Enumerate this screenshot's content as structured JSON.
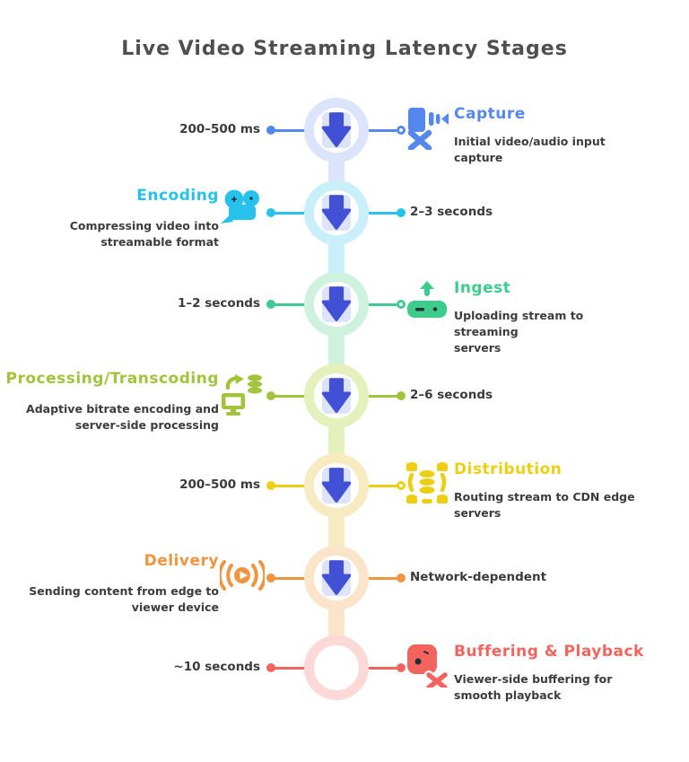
{
  "title": "Live Video Streaming Latency Stages",
  "theme": {
    "arrow_color": "#4150d5",
    "arrow_pad_color": "#dde3fb",
    "title_color": "#4f4f4f",
    "text_color": "#3a3a3a",
    "background": "#ffffff"
  },
  "stages": [
    {
      "name": "Capture",
      "side": "right",
      "time": "200–500 ms",
      "description": "Initial video/audio input capture",
      "color": "#5488ef",
      "ring_color": "#dbe4fa",
      "icon": "video-capture-icon",
      "node": "arrow"
    },
    {
      "name": "Encoding",
      "side": "left",
      "time": "2–3 seconds",
      "description": "Compressing video into\nstreamable format",
      "color": "#27c2ec",
      "ring_color": "#c8effa",
      "icon": "movie-camera-icon",
      "node": "arrow"
    },
    {
      "name": "Ingest",
      "side": "right",
      "time": "1–2 seconds",
      "description": "Uploading stream to streaming\nservers",
      "color": "#3dcc8c",
      "ring_color": "#cff2df",
      "icon": "upload-server-icon",
      "node": "arrow"
    },
    {
      "name": "Processing/Transcoding",
      "side": "left",
      "time": "2–6 seconds",
      "description": "Adaptive bitrate encoding and\nserver-side processing",
      "color": "#a2c43c",
      "ring_color": "#e5f1bd",
      "icon": "transcode-monitor-icon",
      "node": "arrow"
    },
    {
      "name": "Distribution",
      "side": "right",
      "time": "200–500 ms",
      "description": "Routing stream to CDN edge\nservers",
      "color": "#eccf12",
      "ring_color": "#f7ebc1",
      "icon": "cdn-database-icon",
      "node": "arrow"
    },
    {
      "name": "Delivery",
      "side": "left",
      "time": "Network-dependent",
      "description": "Sending content from edge to\nviewer device",
      "color": "#ef953f",
      "ring_color": "#fae4ca",
      "icon": "broadcast-icon",
      "node": "arrow"
    },
    {
      "name": "Buffering & Playback",
      "side": "right",
      "time": "~10 seconds",
      "description": "Viewer-side buffering for\nsmooth playback",
      "color": "#f4645f",
      "ring_color": "#fcd9d7",
      "icon": "playback-shuffle-icon",
      "node": "empty"
    }
  ]
}
